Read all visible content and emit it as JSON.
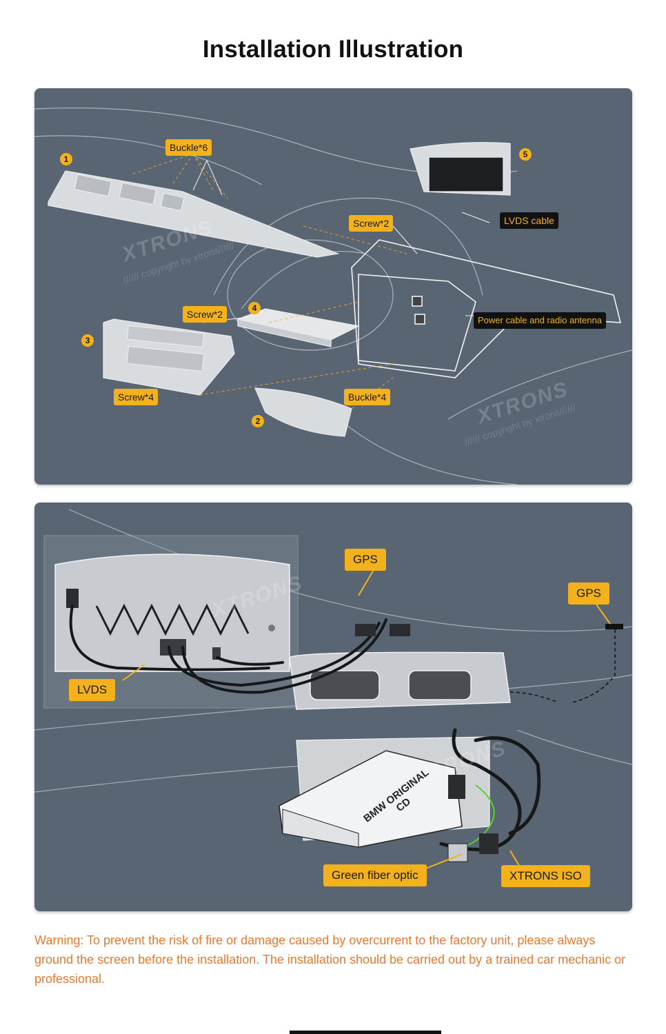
{
  "title": "Installation Illustration",
  "panel1": {
    "callouts": {
      "buckle6": "Buckle*6",
      "screw2_top": "Screw*2",
      "lvds_cable": "LVDS cable",
      "screw2_mid": "Screw*2",
      "power_cable": "Power cable and radio antenna",
      "screw4": "Screw*4",
      "buckle4": "Buckle*4"
    },
    "step_numbers": [
      "1",
      "2",
      "3",
      "4",
      "5"
    ],
    "watermark": "XTRONS",
    "watermark_sub": "////// copyright by xtrons//////"
  },
  "panel2": {
    "callouts": {
      "gps_left": "GPS",
      "gps_right": "GPS",
      "lvds": "LVDS",
      "green_fiber": "Green fiber optic",
      "xtrons_iso": "XTRONS ISO"
    },
    "unit_label": "BMW ORIGINAL CD",
    "watermark": "XTRONS"
  },
  "warning": "Warning: To prevent the risk of fire or damage caused by overcurrent to the factory unit, please always ground the screen before the installation. The installation should be carried out by a trained car mechanic or professional.",
  "colors": {
    "panel_bg": "#5a6574",
    "callout": "#f3b21b",
    "callout_dark": "#111111",
    "warning_text": "#e8792f"
  }
}
